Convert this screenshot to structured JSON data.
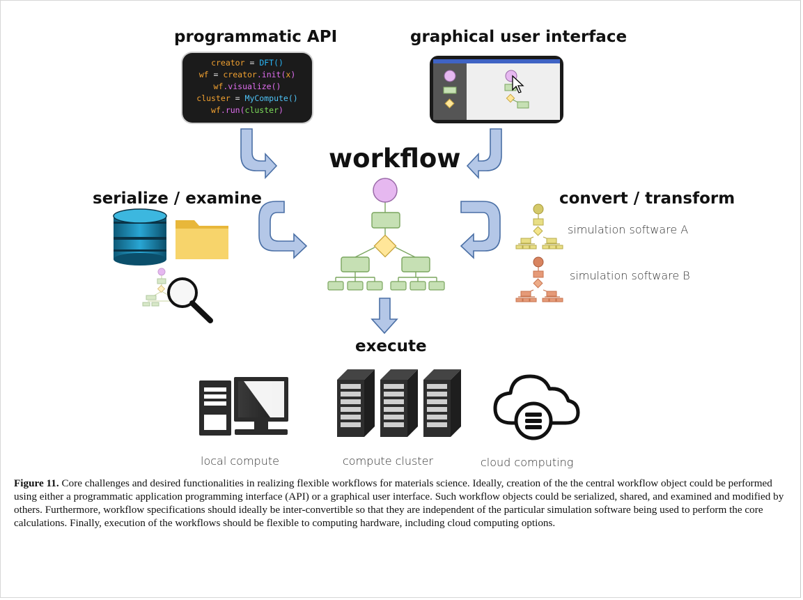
{
  "figure": {
    "title_api": "programmatic API",
    "title_gui": "graphical user interface",
    "title_workflow": "workflow",
    "title_serialize": "serialize / examine",
    "title_convert": "convert / transform",
    "title_execute": "execute",
    "sim_a": "simulation software A",
    "sim_b": "simulation software B",
    "local_compute": "local compute",
    "compute_cluster": "compute cluster",
    "cloud_computing": "cloud computing",
    "code": {
      "line1_var": "creator",
      "line1_eq": " = ",
      "line1_call": "DFT()",
      "line2_var": "wf",
      "line2_eq": " = ",
      "line2_obj": "creator",
      "line2_meth": ".init(",
      "line2_arg": "x",
      "line2_end": ")",
      "line3_obj": "wf",
      "line3_meth": ".visualize()",
      "line4_var": "cluster",
      "line4_eq": " = ",
      "line4_call": "MyCompute()",
      "line5_obj": "wf",
      "line5_meth": ".run(",
      "line5_arg": "cluster",
      "line5_end": ")"
    },
    "colors": {
      "arrow_fill": "#b4c7e7",
      "arrow_stroke": "#4a6fa5",
      "node_green": "#c6e0b4",
      "node_purple": "#e6b8f0",
      "decision_yellow": "#ffe699",
      "tree_olive": "#d4c96a",
      "tree_orange": "#e59a78"
    }
  },
  "caption": {
    "label": "Figure 11.",
    "text": " Core challenges and desired functionalities in realizing flexible workflows for materials science. Ideally, creation of the the central workflow object could be performed using either a programmatic application programming interface (API) or a graphical user interface. Such workflow objects could be serialized, shared, and examined and modified by others. Furthermore, workflow specifications should ideally be inter-convertible so that they are independent of the particular simulation software being used to perform the core calculations. Finally, execution of the workflows should be flexible to computing hardware, including cloud computing options."
  }
}
